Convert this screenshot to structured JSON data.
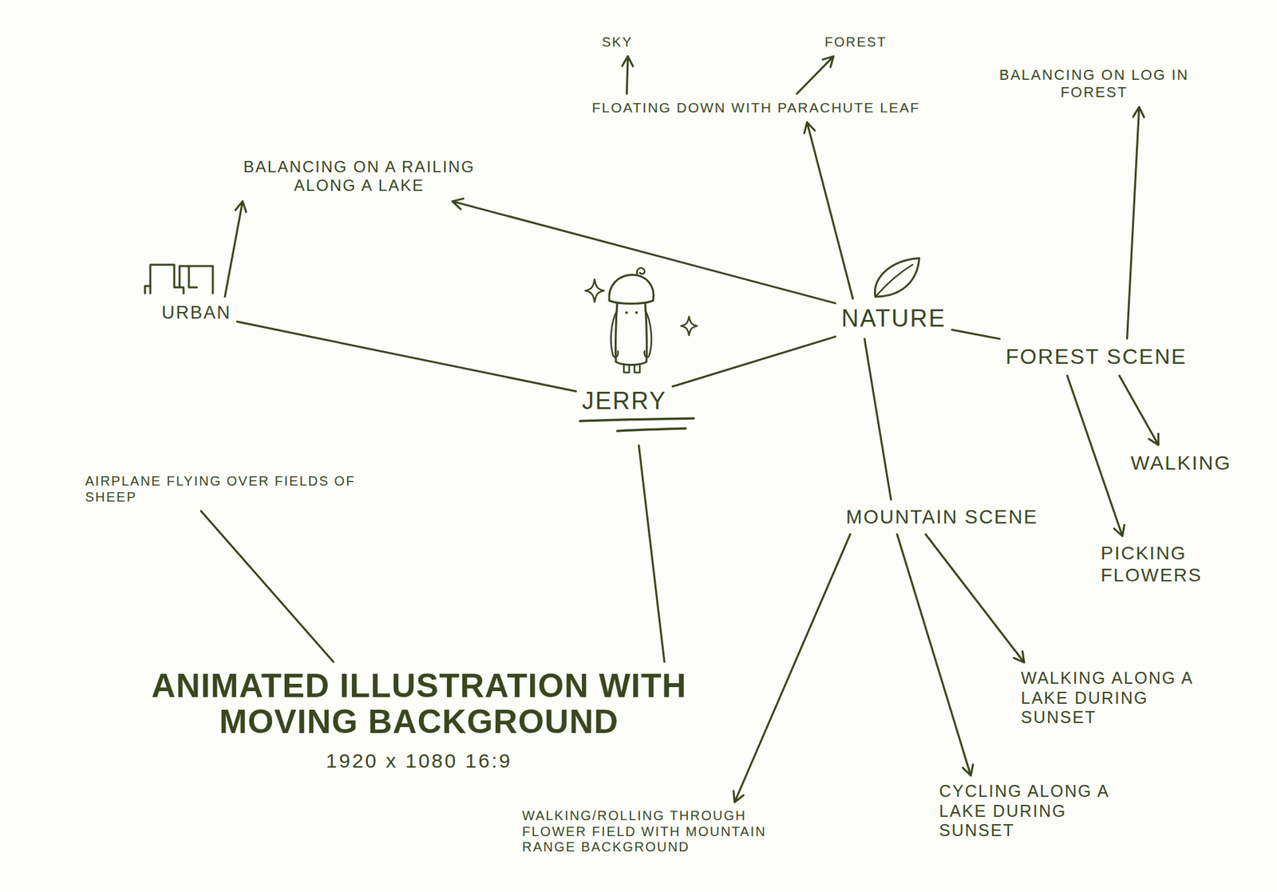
{
  "diagram": {
    "nodes": [
      {
        "text": [
          "SKY"
        ]
      },
      {
        "text": [
          "FOREST"
        ]
      },
      {
        "text": [
          "BALANCING ON LOG IN FOREST"
        ]
      },
      {
        "text": [
          "FLOATING DOWN WITH PARACHUTE LEAF"
        ]
      },
      {
        "text": [
          "BALANCING ON A RAILING ALONG A LAKE"
        ]
      },
      {
        "text": [
          "URBAN"
        ]
      },
      {
        "text": [
          "NATURE"
        ]
      },
      {
        "text": [
          "JERRY"
        ]
      },
      {
        "text": [
          "FOREST SCENE"
        ]
      },
      {
        "text": [
          "WALKING"
        ]
      },
      {
        "text": [
          "AIRPLANE FLYING OVER FIELDS OF SHEEP"
        ]
      },
      {
        "text": [
          "MOUNTAIN SCENE"
        ]
      },
      {
        "text": [
          "PICKING FLOWERS"
        ]
      },
      {
        "text": [
          "ANIMATED ILLUSTRATION WITH MOVING BACKGROUND",
          "1920 x 1080 16:9"
        ]
      },
      {
        "text": [
          "WALKING ALONG A LAKE DURING SUNSET"
        ]
      },
      {
        "text": [
          "CYCLING ALONG A LAKE DURING SUNSET"
        ]
      },
      {
        "text": [
          "WALKING/ROLLING THROUGH FLOWER FIELD WITH MOUNTAIN RANGE BACKGROUND"
        ]
      }
    ],
    "edges": [
      {
        "from": 5,
        "to": 7,
        "arrow": "none"
      },
      {
        "from": 7,
        "to": 6,
        "arrow": "none"
      },
      {
        "from": 7,
        "to": 13,
        "arrow": "none"
      },
      {
        "from": 10,
        "to": 13,
        "arrow": "none"
      },
      {
        "from": 5,
        "to": 4,
        "arrow": "to"
      },
      {
        "from": 6,
        "to": 4,
        "arrow": "to"
      },
      {
        "from": 6,
        "to": 3,
        "arrow": "to"
      },
      {
        "from": 3,
        "to": 0,
        "arrow": "to"
      },
      {
        "from": 3,
        "to": 1,
        "arrow": "to"
      },
      {
        "from": 6,
        "to": 8,
        "arrow": "none"
      },
      {
        "from": 6,
        "to": 11,
        "arrow": "none"
      },
      {
        "from": 8,
        "to": 2,
        "arrow": "to"
      },
      {
        "from": 8,
        "to": 9,
        "arrow": "to"
      },
      {
        "from": 8,
        "to": 12,
        "arrow": "to"
      },
      {
        "from": 11,
        "to": 16,
        "arrow": "to"
      },
      {
        "from": 11,
        "to": 15,
        "arrow": "to"
      },
      {
        "from": 11,
        "to": 14,
        "arrow": "to"
      }
    ]
  }
}
